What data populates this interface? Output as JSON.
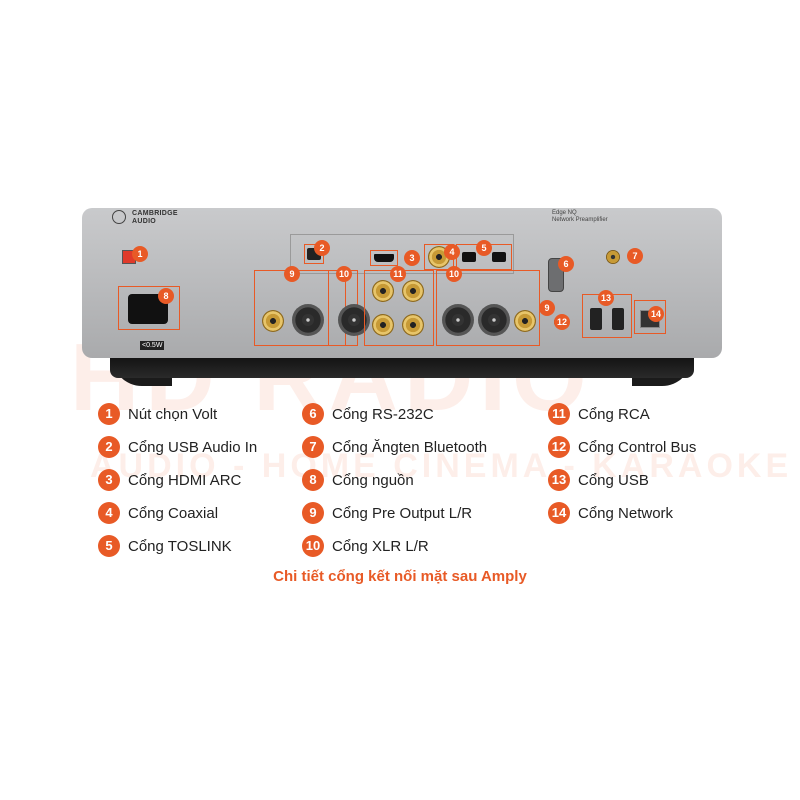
{
  "device": {
    "brand_line1": "CAMBRIDGE",
    "brand_line2": "AUDIO",
    "model_line1": "Edge NQ",
    "model_line2": "Network Preamplifier",
    "warning_label": "<0.5W"
  },
  "watermark": {
    "main": "HD RADIO",
    "sub": "AUDIO - HOME CINEMA - KARAOKE"
  },
  "legend": [
    {
      "num": "1",
      "label": "Nút chọn Volt"
    },
    {
      "num": "2",
      "label": "Cổng USB Audio In"
    },
    {
      "num": "3",
      "label": "Cổng HDMI ARC"
    },
    {
      "num": "4",
      "label": "Cổng Coaxial"
    },
    {
      "num": "5",
      "label": "Cổng TOSLINK"
    },
    {
      "num": "6",
      "label": "Cổng RS-232C"
    },
    {
      "num": "7",
      "label": "Cổng Ăngten Bluetooth"
    },
    {
      "num": "8",
      "label": "Cổng nguồn"
    },
    {
      "num": "9",
      "label": "Cổng Pre Output L/R"
    },
    {
      "num": "10",
      "label": "Cổng XLR L/R"
    },
    {
      "num": "11",
      "label": "Cổng RCA"
    },
    {
      "num": "12",
      "label": "Cổng Control Bus"
    },
    {
      "num": "13",
      "label": "Cổng USB"
    },
    {
      "num": "14",
      "label": "Cổng Network"
    }
  ],
  "callouts": [
    "1",
    "2",
    "3",
    "4",
    "5",
    "6",
    "7",
    "8",
    "9",
    "10",
    "11",
    "9",
    "10",
    "12",
    "13",
    "14"
  ],
  "caption": "Chi tiết cổng kết nối mặt sau Amply",
  "colors": {
    "accent": "#e85a26",
    "panel": "#bfc0c2",
    "base": "#1b1b1b"
  }
}
